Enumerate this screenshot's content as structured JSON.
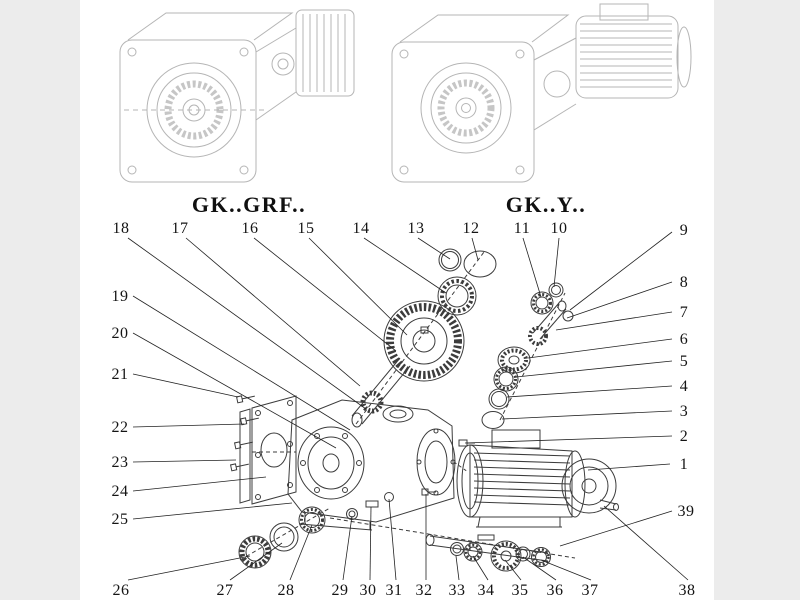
{
  "figure": {
    "left_model_label": "GK..GRF..",
    "right_model_label": "GK..Y.."
  },
  "colors": {
    "background": "#ececec",
    "paper": "#ffffff",
    "exploded_line_art": "#3c3c3c",
    "faint_drawing": "#b5b5b5",
    "text": "#141414"
  },
  "callouts": {
    "n1": "1",
    "n2": "2",
    "n3": "3",
    "n4": "4",
    "n5": "5",
    "n6": "6",
    "n7": "7",
    "n8": "8",
    "n9": "9",
    "n10": "10",
    "n11": "11",
    "n12": "12",
    "n13": "13",
    "n14": "14",
    "n15": "15",
    "n16": "16",
    "n17": "17",
    "n18": "18",
    "n19": "19",
    "n20": "20",
    "n21": "21",
    "n22": "22",
    "n23": "23",
    "n24": "24",
    "n25": "25",
    "n26": "26",
    "n27": "27",
    "n28": "28",
    "n29": "29",
    "n30": "30",
    "n31": "31",
    "n32": "32",
    "n33": "33",
    "n34": "34",
    "n35": "35",
    "n36": "36",
    "n37": "37",
    "n38": "38",
    "n39": "39"
  }
}
